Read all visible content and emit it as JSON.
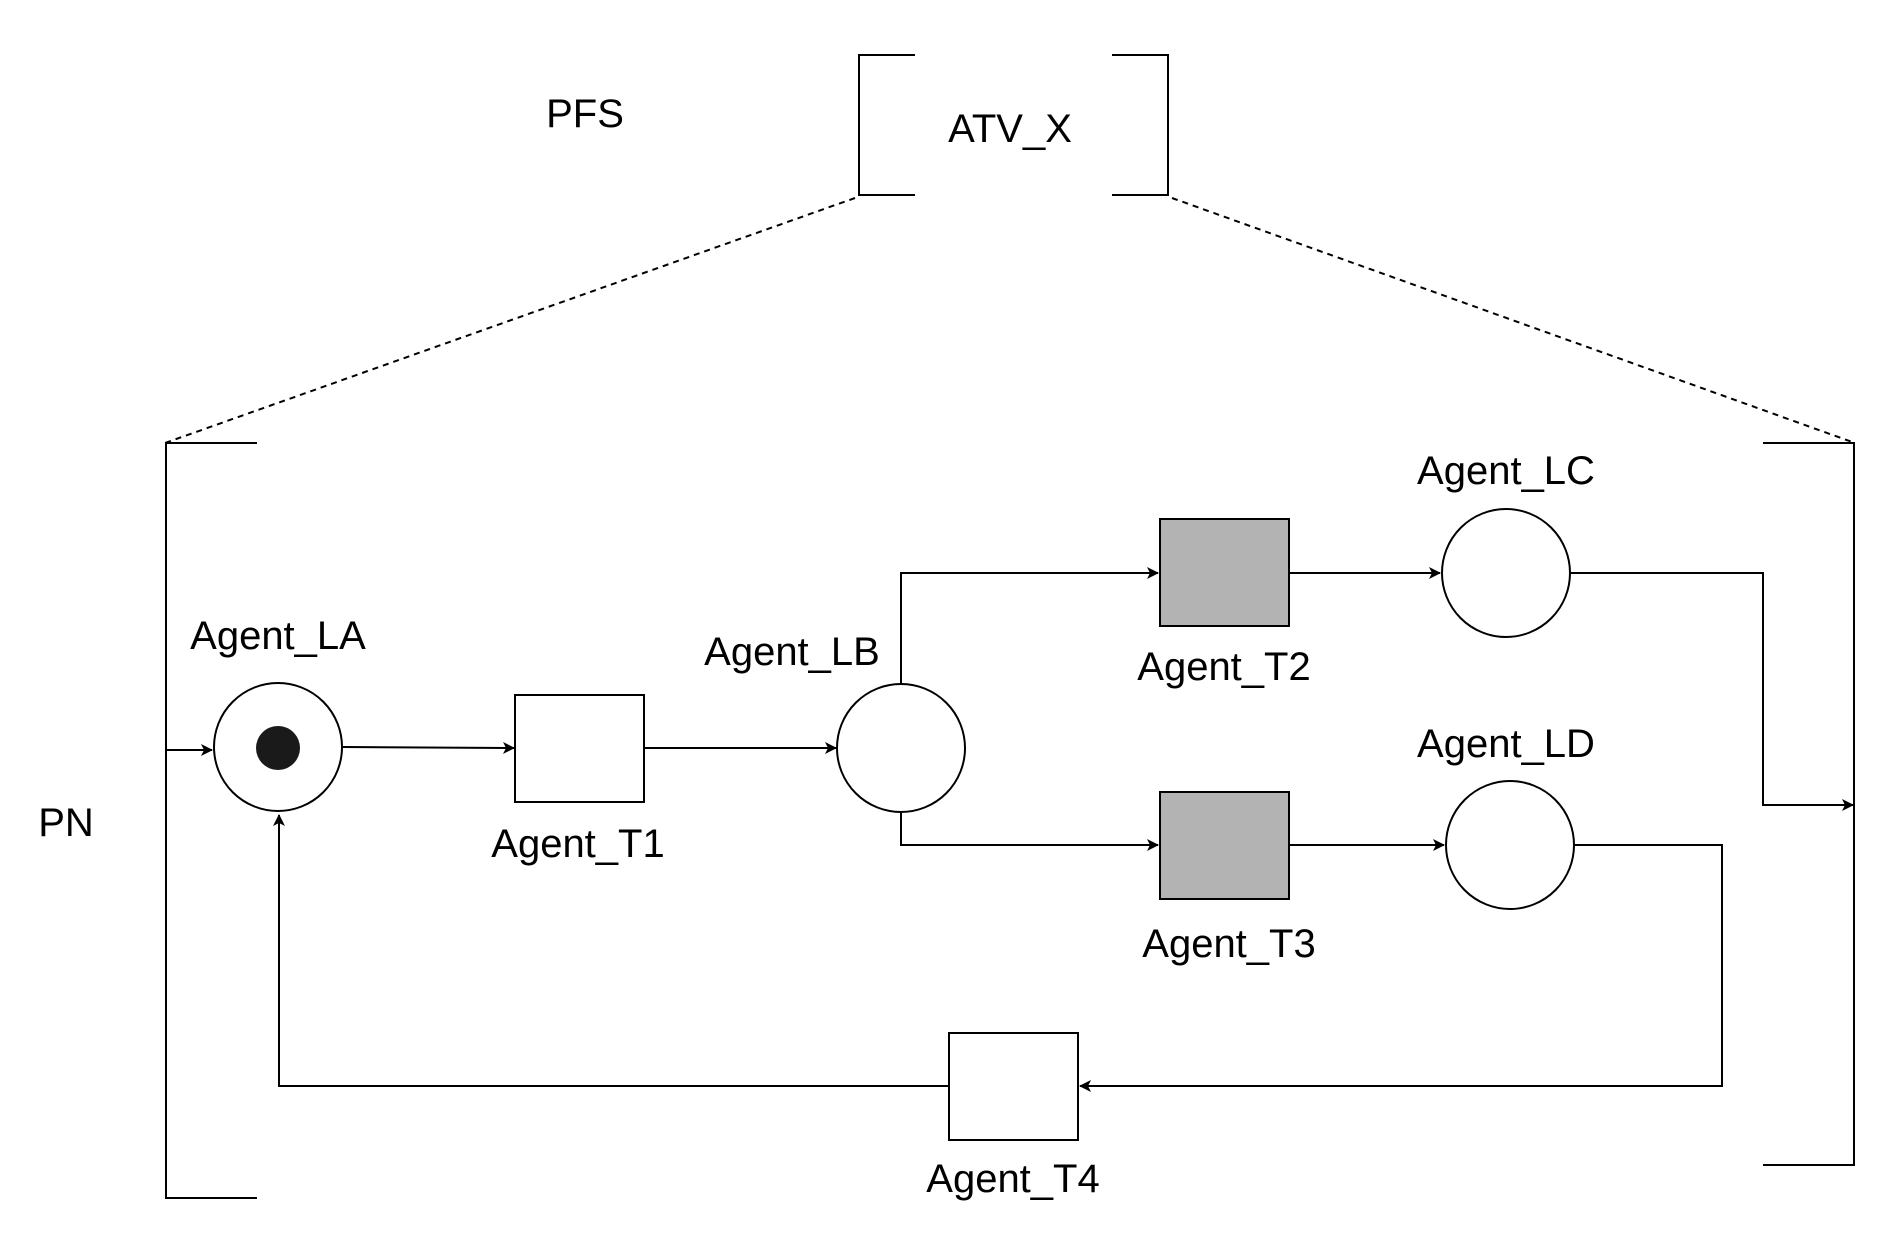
{
  "labels": {
    "pfs": "PFS",
    "pn": "PN",
    "activity": "ATV_X"
  },
  "places": {
    "la": "Agent_LA",
    "lb": "Agent_LB",
    "lc": "Agent_LC",
    "ld": "Agent_LD"
  },
  "transitions": {
    "t1": "Agent_T1",
    "t2": "Agent_T2",
    "t3": "Agent_T3",
    "t4": "Agent_T4"
  },
  "tokens": {
    "la": 1
  },
  "colors": {
    "stroke": "#000000",
    "token": "#1a1a1a",
    "highlighted_transition": "#b3b3b3",
    "plain_transition": "#ffffff"
  }
}
